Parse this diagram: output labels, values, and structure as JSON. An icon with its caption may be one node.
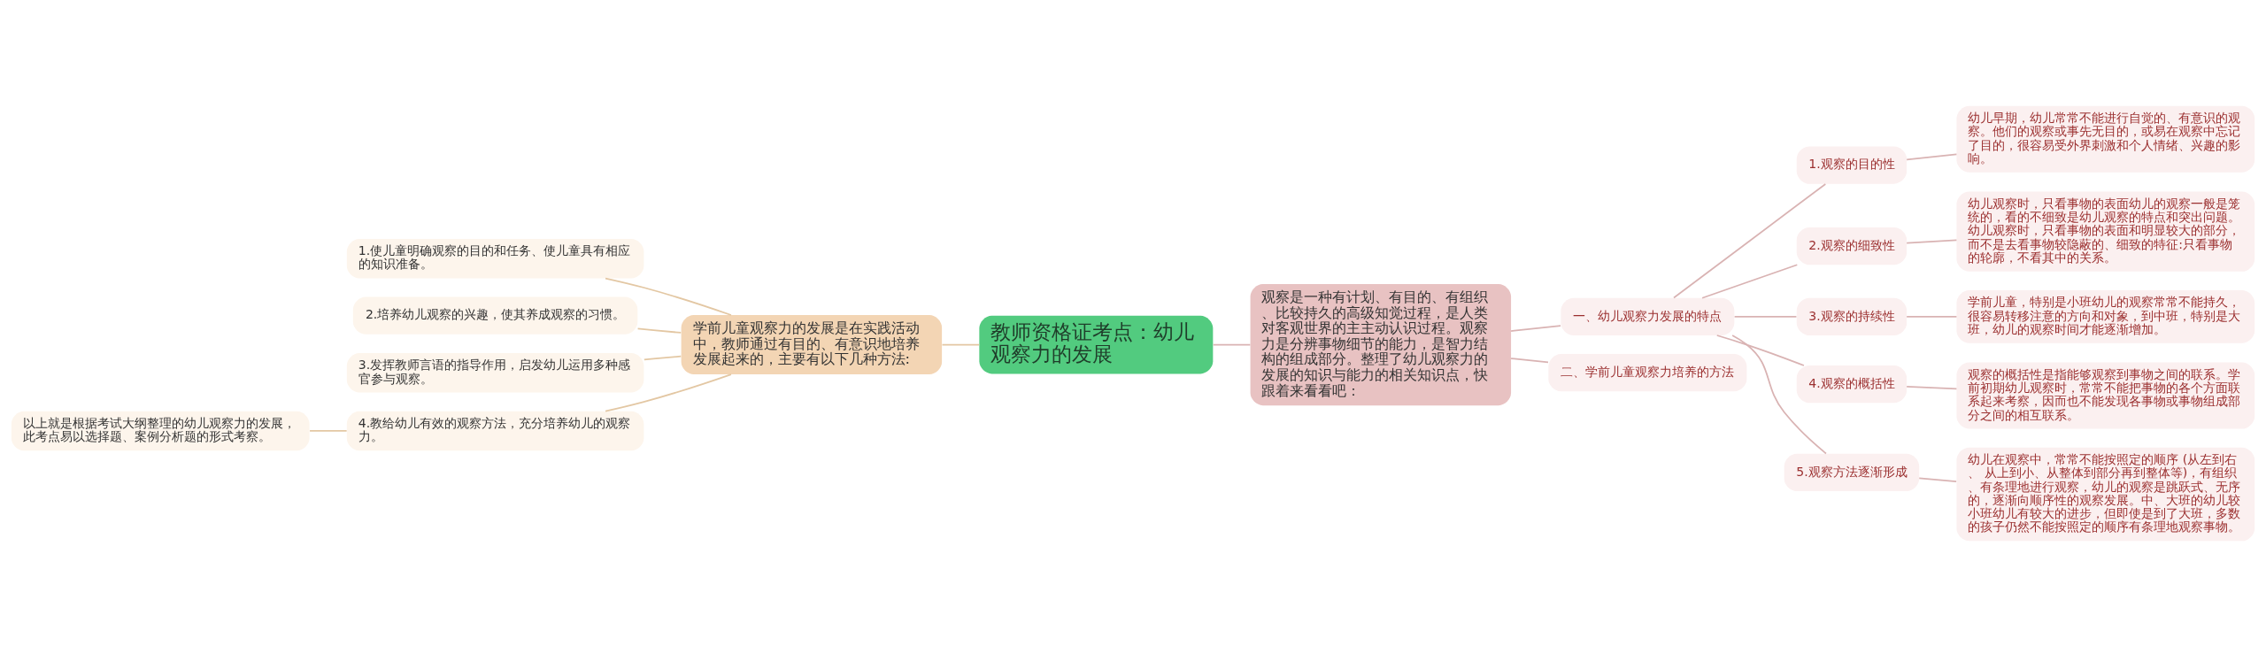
{
  "diagram": {
    "nodes": [
      {
        "text": [
          "教师资格证考点：幼儿观察力的发展"
        ]
      },
      {
        "text": [
          "学前儿童观察力的发展是在实践活动中，教师通过有目的、有意识地培养发展起来的，主要有以下几种方法:"
        ]
      },
      {
        "text": [
          "1.使儿童明确观察的目的和任务、使儿童具有相应的知识准备。"
        ]
      },
      {
        "text": [
          "2.培养幼儿观察的兴趣，使其养成观察的习惯。"
        ]
      },
      {
        "text": [
          "3.发挥教师言语的指导作用，启发幼儿运用多种感官参与观察。"
        ]
      },
      {
        "text": [
          "4.教给幼儿有效的观察方法，充分培养幼儿的观察力。"
        ]
      },
      {
        "text": [
          "以上就是根据考试大纲整理的幼儿观察力的发展，此考点易以选择题、案例分析题的形式考察。"
        ]
      },
      {
        "text": [
          "观察是一种有计划、有目的、有组织、比较持久的高级知觉过程，是人类对客观世界的主主动认识过程。观察力是分辨事物细节的能力，是智力结构的组成部分。整理了幼儿观察力的发展的知识与能力的相关知识点，快跟着来看看吧："
        ]
      },
      {
        "text": [
          "一、幼儿观察力发展的特点"
        ]
      },
      {
        "text": [
          "1.观察的目的性"
        ]
      },
      {
        "text": [
          "幼儿早期，幼儿常常不能进行自觉的、有意识的观察。他们的观察或事先无目的，或易在观察中忘记了目的，很容易受外界刺激和个人情绪、兴趣的影响。"
        ]
      },
      {
        "text": [
          "2.观察的细致性"
        ]
      },
      {
        "text": [
          "幼儿观察时，只看事物的表面幼儿的观察一般是笼统的，看的不细致是幼儿观察的特点和突出问题。幼儿观察时，只看事物的表面和明显较大的部分，而不是去看事物较隐蔽的、细致的特征:只看事物的轮廓，不看其中的关系。"
        ]
      },
      {
        "text": [
          "3.观察的持续性"
        ]
      },
      {
        "text": [
          "学前儿童，特别是小班幼儿的观察常常不能持久，很容易转移注意的方向和对象，到中班，特别是大班，幼儿的观察时间才能逐渐增加。"
        ]
      },
      {
        "text": [
          "4.观察的概括性"
        ]
      },
      {
        "text": [
          "观察的概括性是指能够观察到事物之间的联系。学前初期幼儿观察时，常常不能把事物的各个方面联系起来考察，因而也不能发现各事物或事物组成部分之间的相互联系。"
        ]
      },
      {
        "text": [
          "5.观察方法逐渐形成"
        ]
      },
      {
        "text": [
          "幼儿在观察中，常常不能按照定的顺序 (从左到右、 从上到小、从整体到部分再到整体等)，有组织、有条理地进行观察，幼儿的观察是跳跃式、无序的，逐渐向顺序性的观察发展。中、大班的幼儿较小班幼儿有较大的进步，但即使是到了大班，多数的孩子仍然不能按照定的顺序有条理地观察事物。"
        ]
      },
      {
        "text": [
          "二、学前儿童观察力培养的方法"
        ]
      }
    ],
    "edges": [
      {
        "from": 0,
        "to": 1,
        "arrow": "none",
        "color": "#e3c7a3"
      },
      {
        "from": 1,
        "to": 2,
        "arrow": "none",
        "color": "#e3c7a3"
      },
      {
        "from": 1,
        "to": 3,
        "arrow": "none",
        "color": "#e3c7a3"
      },
      {
        "from": 1,
        "to": 4,
        "arrow": "none",
        "color": "#e3c7a3"
      },
      {
        "from": 1,
        "to": 5,
        "arrow": "none",
        "color": "#e3c7a3"
      },
      {
        "from": 5,
        "to": 6,
        "arrow": "none",
        "color": "#e3c7a3"
      },
      {
        "from": 0,
        "to": 7,
        "arrow": "none"
      },
      {
        "from": 7,
        "to": 8,
        "arrow": "none"
      },
      {
        "from": 8,
        "to": 9,
        "arrow": "none"
      },
      {
        "from": 9,
        "to": 10,
        "arrow": "none"
      },
      {
        "from": 8,
        "to": 11,
        "arrow": "none"
      },
      {
        "from": 11,
        "to": 12,
        "arrow": "none"
      },
      {
        "from": 8,
        "to": 13,
        "arrow": "none"
      },
      {
        "from": 13,
        "to": 14,
        "arrow": "none"
      },
      {
        "from": 8,
        "to": 15,
        "arrow": "none"
      },
      {
        "from": 15,
        "to": 16,
        "arrow": "none"
      },
      {
        "from": 8,
        "to": 17,
        "arrow": "none"
      },
      {
        "from": 17,
        "to": 18,
        "arrow": "none"
      },
      {
        "from": 7,
        "to": 19,
        "arrow": "none"
      }
    ]
  }
}
